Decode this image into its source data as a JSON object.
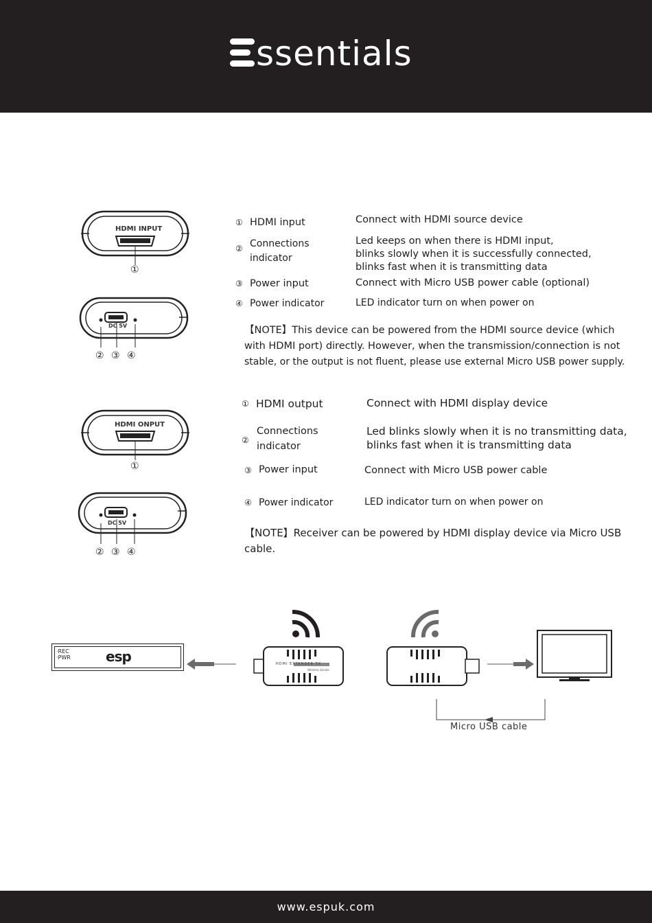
{
  "brand": {
    "name": "ssentials"
  },
  "footer": {
    "url": "www.espuk.com"
  },
  "transmitter": {
    "port_label": "HDMI INPUT",
    "dc_label": "DC 5V",
    "callout_1": "①",
    "callouts_bottom": "② ③ ④",
    "items": [
      {
        "num": "①",
        "name": "HDMI input",
        "desc": "Connect with HDMI source device"
      },
      {
        "num": "②",
        "name_line1": "Connections",
        "name_line2": "indicator",
        "desc_line1": "Led keeps on when there is HDMI input,",
        "desc_line2": "blinks slowly when it is successfully connected,",
        "desc_line3": "blinks fast when it is transmitting data"
      },
      {
        "num": "③",
        "name": "Power input",
        "desc": "Connect with Micro USB power cable (optional)"
      },
      {
        "num": "④",
        "name": "Power indicator",
        "desc": "LED indicator turn on when power on"
      }
    ],
    "note_line1": "【NOTE】This device can be powered from the HDMI source device (which",
    "note_line2": "with HDMI port) directly. However, when the transmission/connection is not",
    "note_line3": "stable, or the output is not fluent, please use external Micro USB power supply."
  },
  "receiver": {
    "port_label": "HDMI ONPUT",
    "dc_label": "DC 5V",
    "callout_1": "①",
    "callouts_bottom": "② ③ ④",
    "items": [
      {
        "num": "①",
        "name": "HDMI output",
        "desc": "Connect with HDMI display device"
      },
      {
        "num": "②",
        "name_line1": "Connections",
        "name_line2": "indicator",
        "desc_line1": "Led blinks slowly when it is no transmitting data,",
        "desc_line2": "blinks fast when it is transmitting data"
      },
      {
        "num": "③",
        "name": "Power input",
        "desc": "Connect with Micro USB power cable"
      },
      {
        "num": "④",
        "name": "Power indicator",
        "desc": "LED indicator turn on when power on"
      }
    ],
    "note_line1": "【NOTE】Receiver can be powered by HDMI display device via Micro USB",
    "note_line2": "cable."
  },
  "diagram": {
    "source_box": {
      "line1": "·REC",
      "line2": "·PWR",
      "logo": "esp"
    },
    "tx_label": "HDMI EXTENDER TX",
    "tx_sublabel": "Wireless Sender",
    "cable_label": "Micro USB cable"
  },
  "colors": {
    "dark": "#231f20",
    "gray": "#6b6b6b",
    "light_gray": "#bdbdbd"
  }
}
